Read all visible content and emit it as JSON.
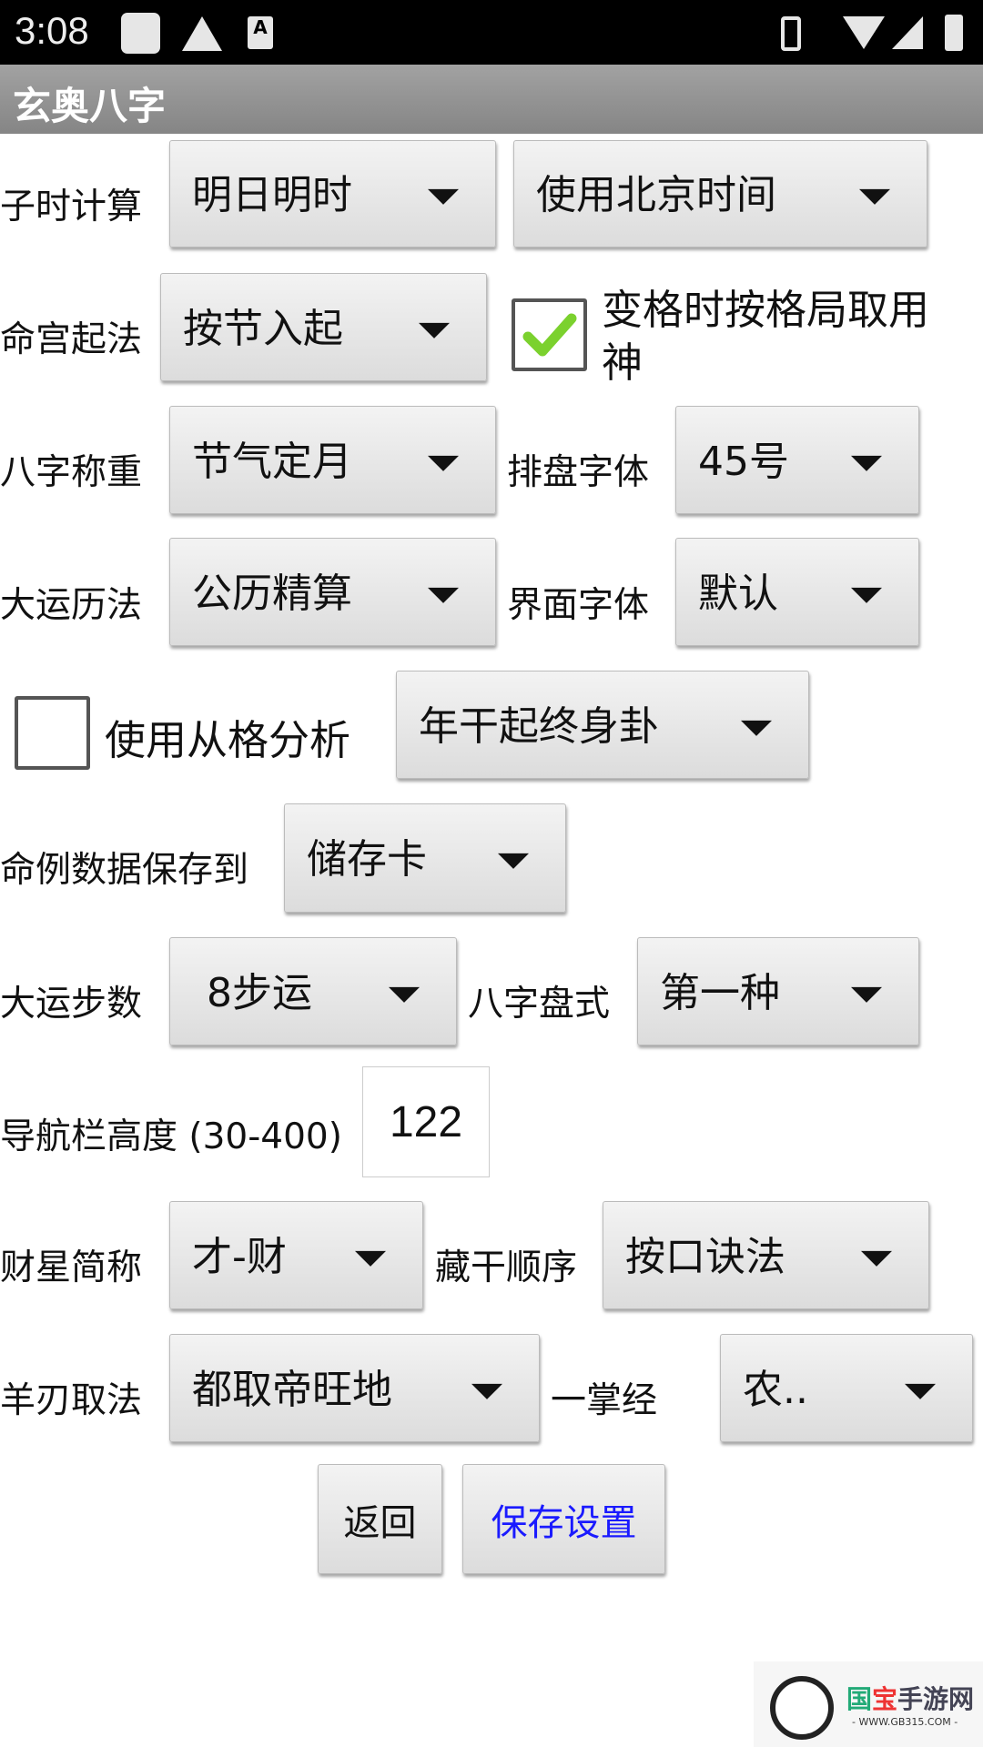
{
  "status_bar": {
    "time": "3:08"
  },
  "app": {
    "title": "玄奥八字"
  },
  "rows": {
    "zishi": {
      "label": "子时计算",
      "value": "明日明时",
      "value2": "使用北京时间"
    },
    "minggong": {
      "label": "命宫起法",
      "value": "按节入起",
      "checkbox_label": "变格时按格局取用神",
      "checked": true
    },
    "chengzhong": {
      "label": "八字称重",
      "value": "节气定月",
      "label2": "排盘字体",
      "value2": "45号"
    },
    "dayun_calendar": {
      "label": "大运历法",
      "value": "公历精算",
      "label2": "界面字体",
      "value2": "默认"
    },
    "congge": {
      "checkbox_label": "使用从格分析",
      "checked": false,
      "value": "年干起终身卦"
    },
    "save_to": {
      "label": "命例数据保存到",
      "value": "储存卡"
    },
    "dayun_steps": {
      "label": "大运步数",
      "value": "8步运",
      "label2": "八字盘式",
      "value2": "第一种"
    },
    "nav_height": {
      "label": "导航栏高度 (30-400)",
      "value": "122"
    },
    "caixing": {
      "label": "财星简称",
      "value": "才-财",
      "label2": "藏干顺序",
      "value2": "按口诀法"
    },
    "yangren": {
      "label": "羊刃取法",
      "value": "都取帝旺地",
      "label2": "一掌经",
      "value2": "农.."
    }
  },
  "buttons": {
    "back": "返回",
    "save": "保存设置",
    "save_color": "#1a1aff"
  },
  "watermark": {
    "text": "国宝手游网",
    "url": "- WWW.GB315.COM -"
  }
}
